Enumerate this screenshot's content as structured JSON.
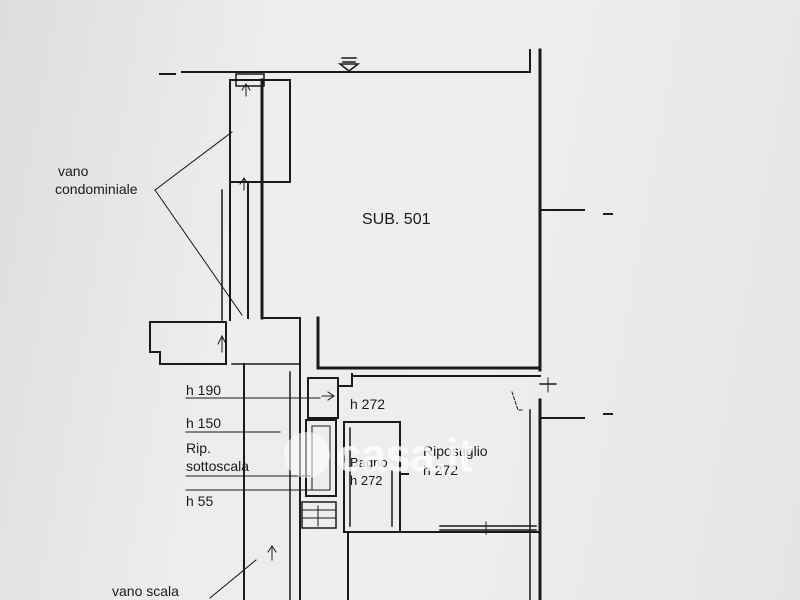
{
  "plan": {
    "unit_label": "SUB. 501",
    "rooms": {
      "vano_condominiale": [
        "vano",
        "condominiale"
      ],
      "ripostiglio": "Ripostiglio",
      "ripostiglio_h": "h 272",
      "bagno": "Bagno",
      "bagno_h": "h 272",
      "landing_h": "h 272",
      "rip_sottoscala": [
        "Rip.",
        "sottoscala"
      ],
      "vano_scala": "vano scala"
    },
    "heights": [
      "h 190",
      "h 150",
      "h 55"
    ]
  },
  "watermark": {
    "text": "casa.it"
  },
  "colors": {
    "ink": "#1a1a1a",
    "paper": "#e9eaea",
    "watermark": "#ffffff"
  }
}
